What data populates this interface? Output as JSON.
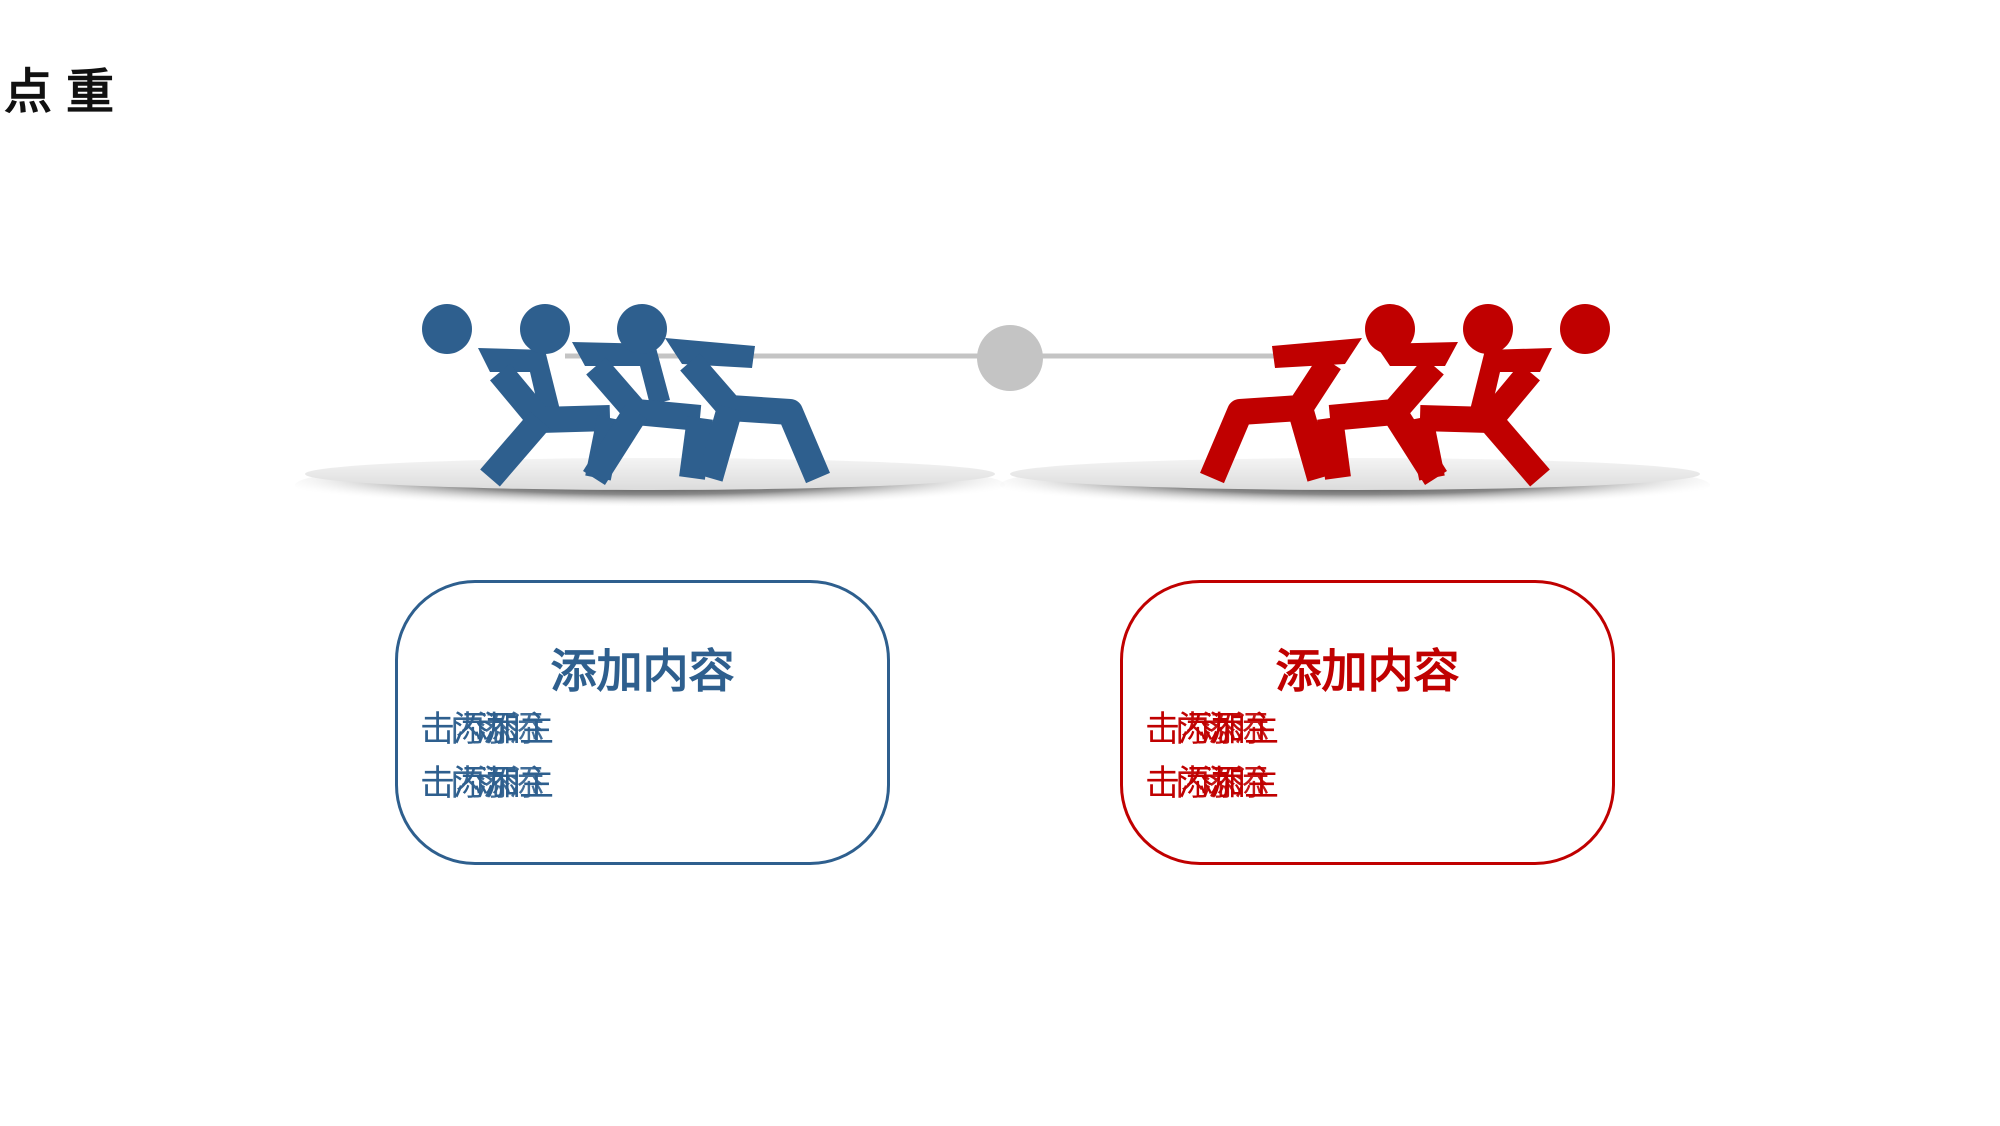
{
  "slide": {
    "title": "点重"
  },
  "colors": {
    "blue": "#2e5f8e",
    "red": "#c00000",
    "rope": "#c4c4c4"
  },
  "teams": {
    "left": {
      "color": "blue",
      "icon": "tug-of-war-team-icon",
      "card": {
        "heading": "添加内容",
        "lines": [
          [
            "击添加主",
            "内添",
            "添添"
          ],
          [
            "击添加主",
            "内添",
            "添添"
          ]
        ]
      }
    },
    "right": {
      "color": "red",
      "icon": "tug-of-war-team-icon",
      "card": {
        "heading": "添加内容",
        "lines": [
          [
            "击添加主",
            "内添",
            "添添"
          ],
          [
            "击添加主",
            "内添",
            "添添"
          ]
        ]
      }
    }
  }
}
